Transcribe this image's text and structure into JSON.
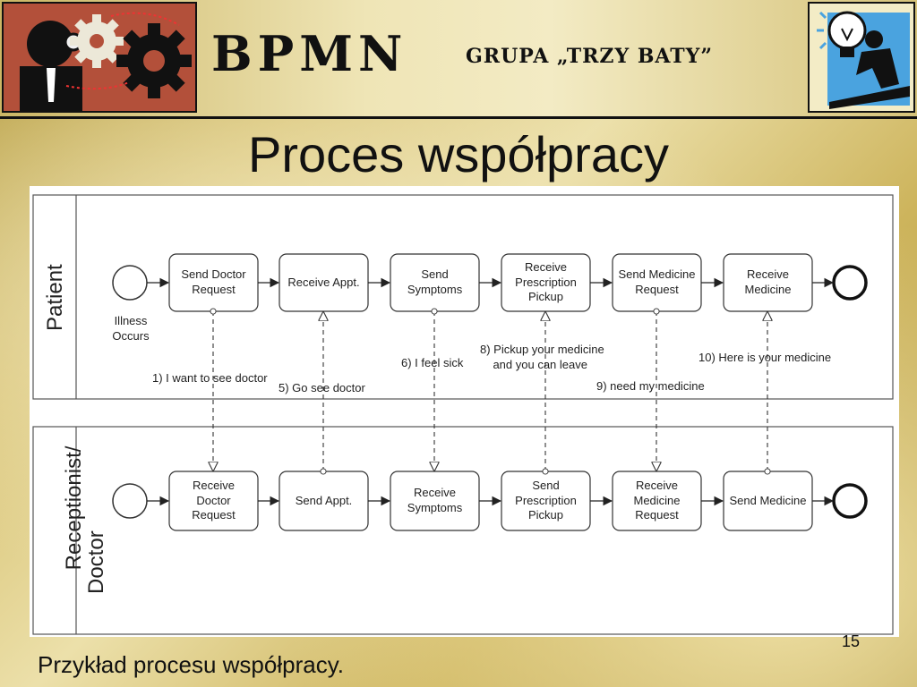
{
  "header": {
    "bpmn_label": "BPMN",
    "group_label": "GRUPA „TRZY BATY”"
  },
  "slide": {
    "title": "Proces współpracy",
    "page_number": "15",
    "footer": "Przykład procesu współpracy."
  },
  "diagram": {
    "patient_lane": "Patient",
    "doctor_lane": "Receptionist/\nDoctor",
    "start_event_label": "Illness\nOccurs",
    "patient_tasks": [
      "Send Doctor Request",
      "Receive Appt.",
      "Send Symptoms",
      "Receive Prescription Pickup",
      "Send Medicine Request",
      "Receive Medicine"
    ],
    "doctor_tasks": [
      "Receive Doctor Request",
      "Send Appt.",
      "Receive Symptoms",
      "Send Prescription Pickup",
      "Receive Medicine Request",
      "Send Medicine"
    ],
    "messages": [
      "1) I want to see doctor",
      "5) Go see doctor",
      "6) I feel sick",
      "8) Pickup your medicine\n    and you can leave",
      "9)  need my medicine",
      "10) Here is your medicine"
    ]
  },
  "colors": {
    "stroke": "#333333",
    "task_fill": "#ffffff",
    "pool_border": "#555555"
  }
}
